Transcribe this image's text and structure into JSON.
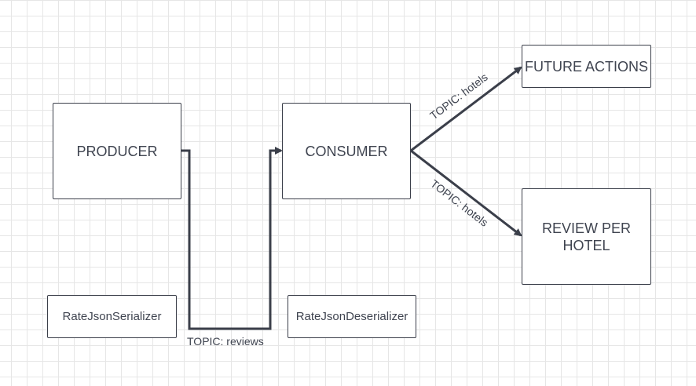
{
  "nodes": {
    "producer": "PRODUCER",
    "consumer": "CONSUMER",
    "future_actions": "FUTURE ACTIONS",
    "review_per_hotel": "REVIEW PER HOTEL",
    "serializer": "RateJsonSerializer",
    "deserializer": "RateJsonDeserializer"
  },
  "edges": {
    "reviews": "TOPIC: reviews",
    "hotels_up": "TOPIC: hotels",
    "hotels_down": "TOPIC: hotels"
  },
  "colors": {
    "stroke": "#3b3f4a",
    "text": "#3f4450",
    "grid": "#e6e6e6"
  }
}
